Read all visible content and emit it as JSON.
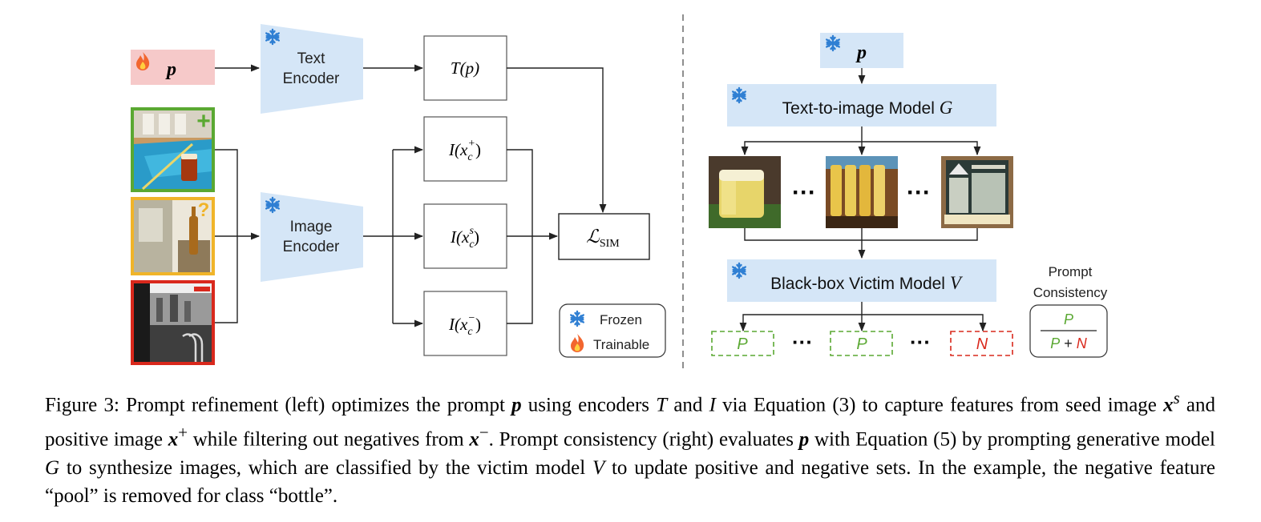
{
  "left": {
    "prompt_symbol": "p",
    "text_encoder": [
      "Text",
      "Encoder"
    ],
    "image_encoder": [
      "Image",
      "Encoder"
    ],
    "t_box": "T(p)",
    "i_plus": {
      "base": "I(x",
      "sub": "c",
      "sup": "+",
      "close": ")"
    },
    "i_seed": {
      "base": "I(x",
      "sub": "c",
      "sup": "s",
      "close": ")"
    },
    "i_minus": {
      "base": "I(x",
      "sub": "c",
      "sup": "−",
      "close": ")"
    },
    "loss": {
      "symbol": "ℒ",
      "sub": "SIM"
    },
    "legend": {
      "frozen": "Frozen",
      "trainable": "Trainable"
    },
    "image_badges": {
      "positive": "+",
      "seed": "?",
      "negative": "−"
    }
  },
  "right": {
    "prompt_symbol": "p",
    "t2i_model": {
      "label": "Text-to-image Model ",
      "symbol": "G"
    },
    "victim_model": {
      "label": "Black-box Victim Model ",
      "symbol": "V"
    },
    "dots": "···",
    "results": [
      "P",
      "P",
      "N"
    ],
    "consistency_title": [
      "Prompt",
      "Consistency"
    ],
    "fraction": {
      "numerator": "P",
      "denominator_p": "P",
      "plus": " + ",
      "denominator_n": "N"
    }
  },
  "caption": {
    "s1": "Figure 3: Prompt refinement (left) optimizes the prompt ",
    "p1": "p",
    "s2": " using encoders ",
    "T": "T",
    "s3": " and ",
    "I": "I",
    "s4": " via Equation (3) to capture features from seed image ",
    "xs": "x",
    "xs_sup": "s",
    "s5": " and positive image ",
    "xp": "x",
    "xp_sup": "+",
    "s6": " while filtering out negatives from ",
    "xm": "x",
    "xm_sup": "−",
    "s7": ". Prompt consistency (right) evaluates ",
    "p2": "p",
    "s8": " with Equation (5) by prompting generative model ",
    "G": "G",
    "s9": " to synthesize images, which are classified by the victim model ",
    "V": "V",
    "s10": " to update positive and negative sets. In the example, the negative feature “pool” is removed for class “bottle”."
  },
  "colors": {
    "frozen_blue": "#d5e6f7",
    "snowflake": "#2f7fd3",
    "prompt_pink": "#f6c9c9",
    "flame": "#f2662f",
    "positive_green": "#5aa832",
    "seed_yellow": "#f0b429",
    "negative_red": "#d9281c"
  }
}
